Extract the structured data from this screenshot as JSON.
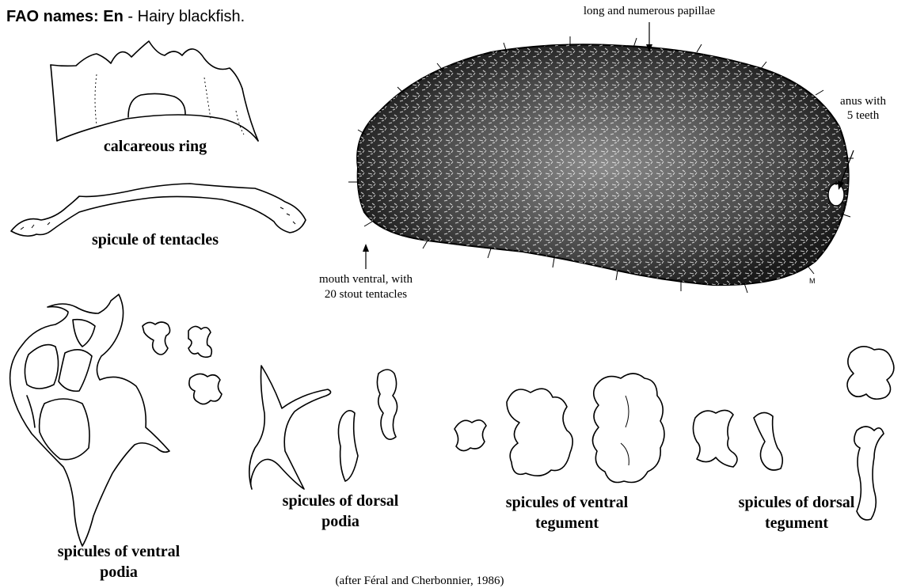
{
  "header": {
    "prefix": "FAO names:",
    "lang": "En",
    "name": " - Hairy blackfish."
  },
  "labels": {
    "calcareous_ring": "calcareous ring",
    "spicule_tentacles": "spicule of tentacles",
    "papillae": "long and numerous papillae",
    "anus_line1": "anus with",
    "anus_line2": "5 teeth",
    "mouth_line1": "mouth ventral, with",
    "mouth_line2": "20 stout tentacles",
    "artist_mark": "M",
    "ventral_podia_line1": "spicules of ventral",
    "ventral_podia_line2": "podia",
    "dorsal_podia_line1": "spicules of dorsal",
    "dorsal_podia_line2": "podia",
    "ventral_tegument_line1": "spicules of ventral",
    "ventral_tegument_line2": "tegument",
    "dorsal_tegument_line1": "spicules of dorsal",
    "dorsal_tegument_line2": "tegument"
  },
  "credit": "(after Féral and Cherbonnier, 1986)",
  "colors": {
    "ink": "#000000",
    "background": "#ffffff"
  }
}
